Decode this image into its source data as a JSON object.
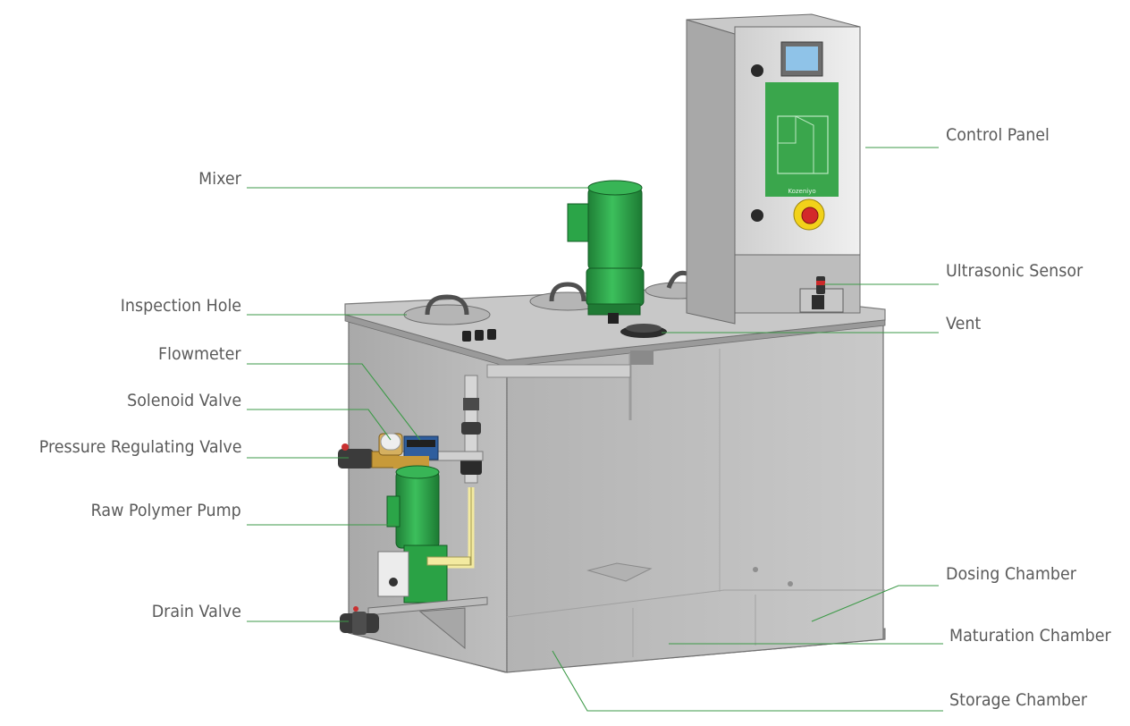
{
  "labels": {
    "control_panel": "Control Panel",
    "mixer": "Mixer",
    "ultrasonic_sensor": "Ultrasonic Sensor",
    "inspection_hole": "Inspection Hole",
    "vent": "Vent",
    "flowmeter": "Flowmeter",
    "solenoid_valve": "Solenoid Valve",
    "pressure_regulating_valve": "Pressure Regulating Valve",
    "raw_polymer_pump": "Raw Polymer Pump",
    "drain_valve": "Drain Valve",
    "dosing_chamber": "Dosing Chamber",
    "maturation_chamber": "Maturation Chamber",
    "storage_chamber": "Storage Chamber"
  },
  "panel_brand": "Kozeniyo",
  "colors": {
    "leader_line": "#3d9a48",
    "label_text": "#5a5a5a",
    "motor_green": "#2fa24a",
    "tank_grey": "#b9b9b9",
    "panel_grey": "#e6e6e6",
    "pipe_yellow": "#f3eaa0",
    "estop_red": "#d32a2a",
    "estop_yellow": "#f2d21a"
  }
}
